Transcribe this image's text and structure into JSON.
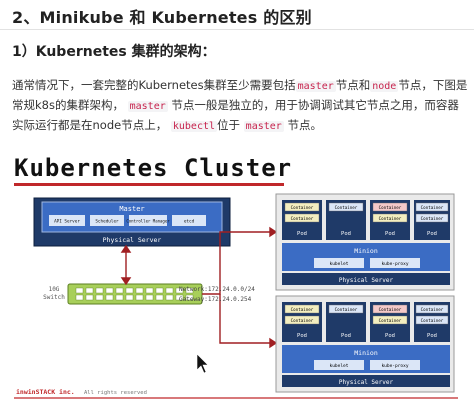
{
  "heading": "2、Minikube 和 Kubernetes 的区别",
  "subheading": "1）Kubernetes 集群的架构：",
  "paragraph": {
    "t1": "通常情况下，一套完整的Kubernetes集群至少需要包括",
    "c1": "master",
    "t2": "节点和",
    "c2": "node",
    "t3": "节点，下图是常规k8s的集群架构，",
    "c3": "master",
    "t4": "节点一般是独立的，用于协调调试其它节点之用，而容器实际运行都是在node节点上，",
    "c4": "kubectl",
    "t5": "位于",
    "c5": "master",
    "t6": "节点。"
  },
  "diagram": {
    "title": "Kubernetes Cluster",
    "master": {
      "label": "Master",
      "components": [
        "API Server",
        "Scheduler",
        "Controller Manager",
        "etcd"
      ],
      "server": "Physical Server"
    },
    "switch": {
      "line1": "10G",
      "line2": "Switch"
    },
    "network": "Network:172.24.0.0/24",
    "gateway": "Gateway:172.24.0.254",
    "minions": [
      {
        "pods": [
          [
            "Container",
            "Container"
          ],
          [
            "Container"
          ],
          [
            "Container",
            "Container"
          ],
          [
            "Container",
            "Container"
          ]
        ],
        "pod_label": "Pod",
        "label": "Minion",
        "kubelet": "kubelet",
        "proxy": "kube-proxy",
        "server": "Physical Server"
      },
      {
        "pods": [
          [
            "Container",
            "Container"
          ],
          [
            "Container"
          ],
          [
            "Container",
            "Container"
          ],
          [
            "Container",
            "Container"
          ]
        ],
        "pod_label": "Pod",
        "label": "Minion",
        "kubelet": "kubelet",
        "proxy": "kube-proxy",
        "server": "Physical Server"
      }
    ],
    "footer_brand": "inwinSTACK inc.",
    "footer_rights": "All rights reserved"
  },
  "colors": {
    "navy": "#1f3a68",
    "blue": "#3b6cc4",
    "lightblue": "#dbe6f7",
    "container": "#f3eec0",
    "red": "#c0282a",
    "switch": "#a8cf5a"
  }
}
